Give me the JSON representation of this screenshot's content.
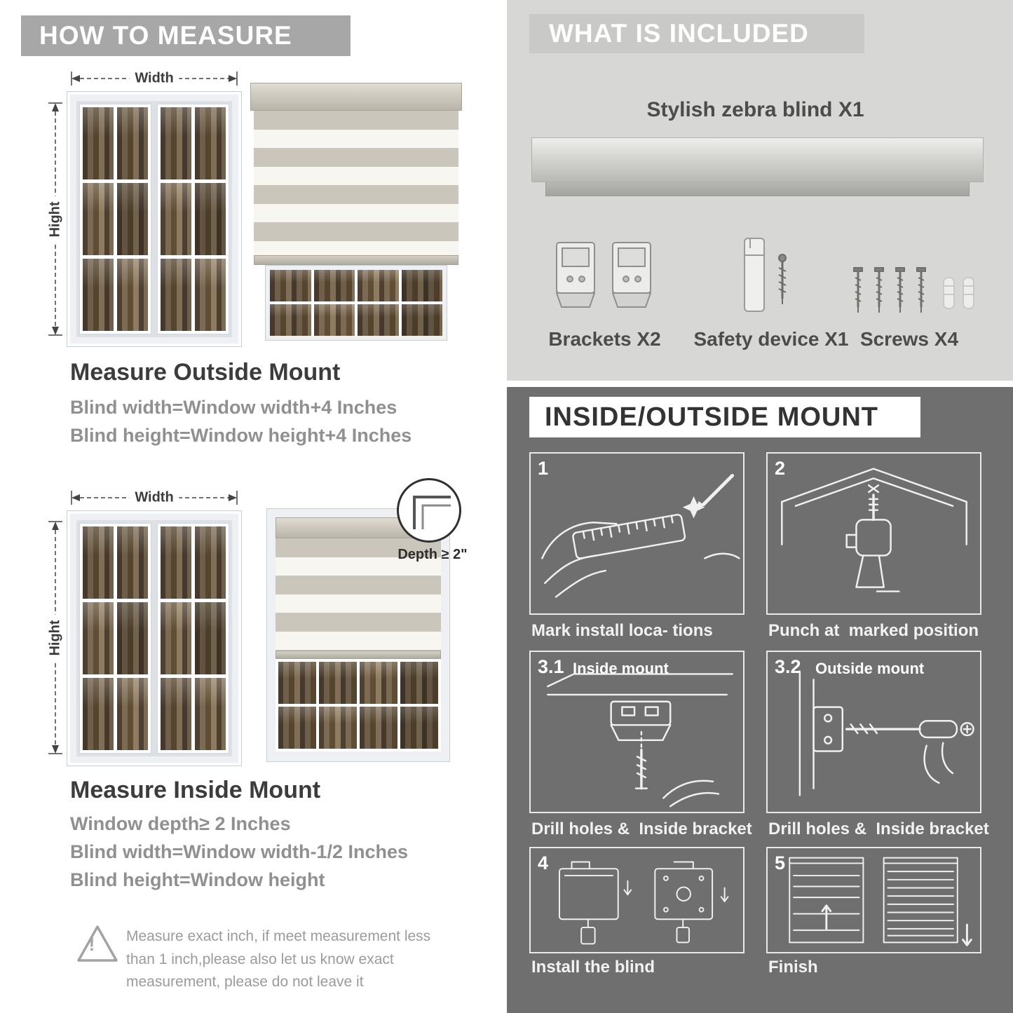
{
  "colors": {
    "left_banner": "#a7a7a7",
    "included_bg": "#d7d7d5",
    "included_banner": "#c9c9c7",
    "mount_bg": "#6f6f6f",
    "heading_text": "#3c3c3c",
    "sub_text": "#909090"
  },
  "left": {
    "header": "HOW TO MEASURE",
    "outside": {
      "width_label": "Width",
      "height_label": "Hight",
      "title": "Measure Outside Mount",
      "lines": [
        "Blind width=Window width+4 Inches",
        "Blind height=Window height+4 Inches"
      ]
    },
    "inside": {
      "width_label": "Width",
      "height_label": "Hight",
      "depth_label": "Depth ≥ 2\"",
      "title": "Measure Inside Mount",
      "lines": [
        "Window depth≥ 2 Inches",
        "Blind width=Window width-1/2 Inches",
        "Blind height=Window height"
      ]
    },
    "warning": {
      "mark": "!",
      "text": "Measure exact inch, if meet measurement less than 1 inch,please also let us know exact measurement, please do not leave it"
    }
  },
  "right": {
    "included": {
      "header": "WHAT IS INCLUDED",
      "blind_label": "Stylish zebra blind X1",
      "items": [
        {
          "label": "Brackets X2"
        },
        {
          "label": "Safety device X1"
        },
        {
          "label": "Screws X4"
        }
      ]
    },
    "mount": {
      "header": "INSIDE/OUTSIDE MOUNT",
      "steps": [
        {
          "num": "1",
          "title": "",
          "caption": "Mark install loca- tions"
        },
        {
          "num": "2",
          "title": "",
          "caption": "Punch at  marked position"
        },
        {
          "num": "3.1",
          "title": "Inside mount",
          "caption": "Drill holes &  Inside bracket"
        },
        {
          "num": "3.2",
          "title": "Outside mount",
          "caption": "Drill holes &  Inside bracket"
        },
        {
          "num": "4",
          "title": "",
          "caption": "Install the blind"
        },
        {
          "num": "5",
          "title": "",
          "caption": "Finish"
        }
      ]
    }
  }
}
